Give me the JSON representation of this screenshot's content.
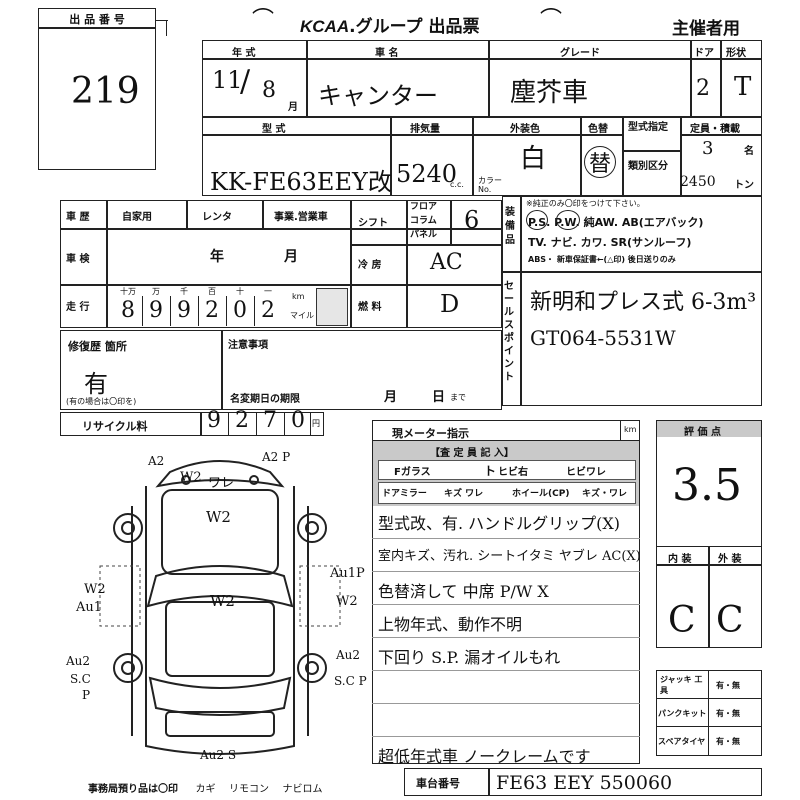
{
  "header": {
    "lot_label": "出 品 番 号",
    "lot_number": "219",
    "title_brand": "KCAA",
    "title_text": ".グループ 出品票",
    "organizer_use": "主催者用"
  },
  "top_headers": {
    "year": "年 式",
    "model_name": "車 名",
    "grade": "グレード",
    "doors": "ドア",
    "shape": "形状"
  },
  "top_values": {
    "year": "11",
    "month": "8",
    "month_unit": "月",
    "model_name": "キャンター",
    "grade": "塵芥車",
    "doors": "2",
    "shape": "T"
  },
  "spec_headers": {
    "type": "型 式",
    "displacement": "排気量",
    "exterior_color": "外装色",
    "color_no": "色替",
    "type_designation": "型式指定",
    "category": "類別区分",
    "capacity": "定員・積載",
    "color_num_label": "カラー No."
  },
  "spec_values": {
    "type": "KK-FE63EEY改",
    "displacement": "5240",
    "cc": "c.c.",
    "exterior_color": "白",
    "color_change": "替",
    "capacity_persons": "3",
    "persons_unit": "名",
    "load": "2450",
    "load_unit": "トン"
  },
  "history": {
    "label": "車 歴",
    "options": [
      "自家用",
      "レンタ",
      "事業.営業車"
    ],
    "inspection_label": "車 検",
    "inspection_year": "年",
    "inspection_month": "月",
    "mileage_label": "走 行",
    "mileage_units": [
      "十万",
      "万",
      "千",
      "百",
      "十",
      "一"
    ],
    "mileage_digits": [
      "8",
      "9",
      "9",
      "2",
      "0",
      "2"
    ],
    "km": "km",
    "mile": "マイル"
  },
  "shift": {
    "label": "シフト",
    "options": [
      "フロア",
      "コラム",
      "パネル"
    ],
    "value": "6",
    "cooler_label": "冷 房",
    "cooler_value": "AC",
    "fuel_label": "燃 料",
    "fuel_value": "D"
  },
  "equipment": {
    "label": "装備品",
    "note": "※純正のみ〇印をつけて下さい。",
    "line1": "P.S. P.W. 純AW. AB(エアバック)",
    "line2": "TV. ナビ. カワ. SR(サンルーフ)",
    "line3": "ABS・ 新車保証書←(△印) 後日送りのみ"
  },
  "sales_point": {
    "label": "セールスポイント",
    "line1": "新明和プレス式 6-3m³",
    "line2": "GT064-5531W"
  },
  "repair": {
    "label": "修復歴 箇所",
    "value": "有",
    "note": "(有の場合は〇印を)"
  },
  "notes": {
    "label": "注意事項",
    "deadline_label": "名変期日の期限",
    "month": "月",
    "day": "日",
    "until": "まで"
  },
  "recycle": {
    "label": "リサイクル料",
    "digits": [
      "9",
      "2",
      "7",
      "0"
    ],
    "unit": "円"
  },
  "inspection": {
    "meter_label": "現メーター指示",
    "km": "km",
    "appraisal_label": "【査 定 員 記 入】",
    "glass": "Fガラス",
    "glass_mark": "ト",
    "crack_left": "ヒビ右",
    "crack_right": "ヒビワレ",
    "door_mirror": "ドアミラー",
    "mirror_note": "キズ ワレ",
    "wheel": "ホイール(CP)",
    "wheel_note": "キズ・ワレ",
    "lines": [
      "型式改、有. ハンドルグリップ(X)",
      "室内キズ、汚れ. シートイタミ ヤブレ AC(X)",
      "色替済して 中席 P/W X",
      "上物年式、動作不明",
      "下回り S.P. 漏オイルもれ",
      "",
      "",
      "超低年式車 ノークレームです"
    ]
  },
  "score": {
    "label": "評 価 点",
    "value": "3.5",
    "interior_label": "内 装",
    "exterior_label": "外 装",
    "interior_value": "C",
    "exterior_value": "C"
  },
  "accessories": {
    "jack_label": "ジャッキ 工 具",
    "puncture_label": "パンクキット",
    "spare_label": "スペアタイヤ",
    "option": "有・無"
  },
  "diagram": {
    "marks": [
      "A2",
      "A2 P",
      "W2",
      "ワレ",
      "W2",
      "Au1P",
      "W2",
      "W2",
      "Au1",
      "Au2",
      "S.C",
      "P",
      "Au2",
      "S.C P",
      "Au2 S"
    ],
    "office_note": "事務局預り品は〇印",
    "office_items": [
      "カギ",
      "リモコン",
      "ナビロム"
    ]
  },
  "frame": {
    "label": "車台番号",
    "value": "FE63 EEY 550060"
  }
}
